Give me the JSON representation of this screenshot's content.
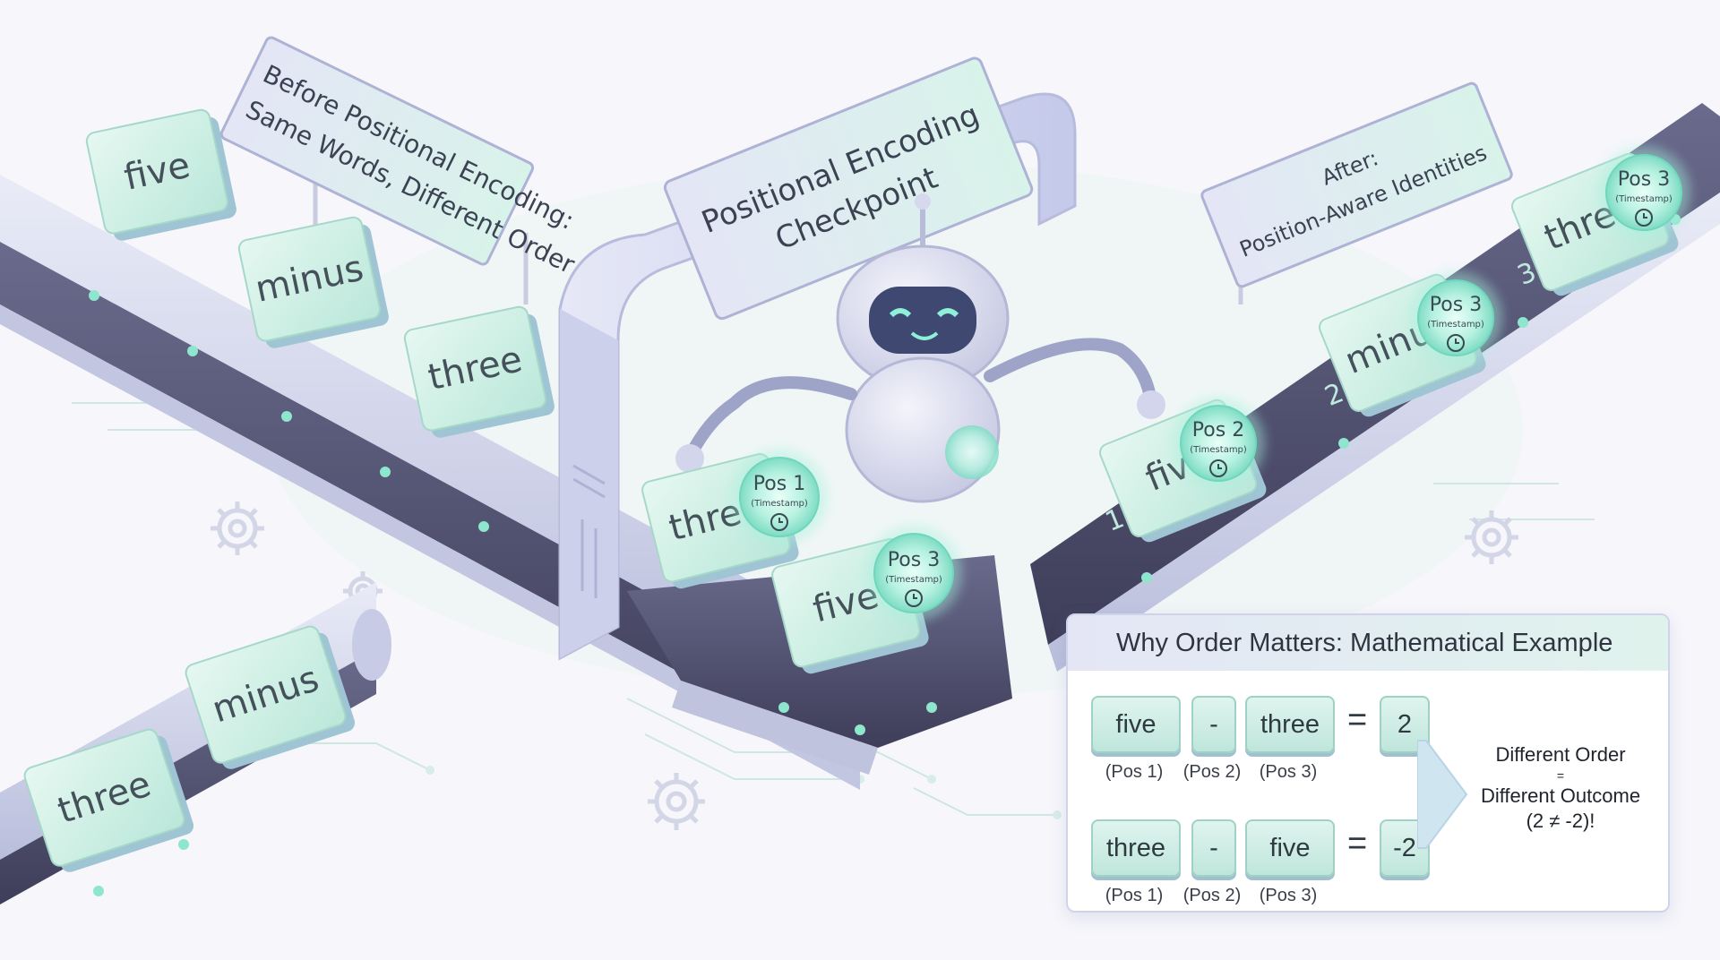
{
  "signs": {
    "before_line1": "Before Positional Encoding:",
    "before_line2": "Same Words, Different Order",
    "checkpoint_line1": "Positional Encoding",
    "checkpoint_line2": "Checkpoint",
    "after_line1": "After:",
    "after_line2": "Position-Aware Identities"
  },
  "left_belt_tiles": [
    "five",
    "minus",
    "three"
  ],
  "lower_belt_tiles": [
    "three",
    "minus"
  ],
  "checkpoint_tiles": [
    {
      "word": "three",
      "badge": "Pos 1",
      "sub": "(Timestamp)"
    },
    {
      "word": "five",
      "badge": "Pos 3",
      "sub": "(Timestamp)"
    }
  ],
  "output_tiles": [
    {
      "word": "five",
      "index": "1",
      "badge": "Pos 2",
      "sub": "(Timestamp)"
    },
    {
      "word": "minus",
      "index": "2",
      "badge": "Pos 3",
      "sub": "(Timestamp)"
    },
    {
      "word": "three",
      "index": "3",
      "badge": "Pos 3",
      "sub": "(Timestamp)"
    }
  ],
  "math": {
    "title": "Why Order Matters: Mathematical Example",
    "row1": {
      "a": "five",
      "op": "-",
      "b": "three",
      "eq": "=",
      "result": "2",
      "pa": "(Pos 1)",
      "pop": "(Pos 2)",
      "pb": "(Pos 3)"
    },
    "row2": {
      "a": "three",
      "op": "-",
      "b": "five",
      "eq": "=",
      "result": "-2",
      "pa": "(Pos 1)",
      "pop": "(Pos 2)",
      "pb": "(Pos 3)"
    },
    "conclusion_line1": "Different Order",
    "conclusion_eq": "=",
    "conclusion_line2": "Different Outcome",
    "conclusion_line3": "(2 ≠ -2)!"
  },
  "colors": {
    "tile_top": "#d9f3ea",
    "tile_side": "#9ec9d4",
    "belt": "#4a4a6a",
    "glow": "#7fe8cf",
    "gate": "#d7d9f1"
  }
}
